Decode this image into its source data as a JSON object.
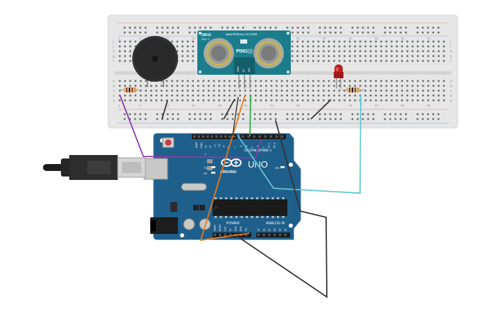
{
  "sensor": {
    "model": "28015",
    "rev": "REV C",
    "brand": "www.PARALLAX.COM",
    "name": "PING",
    "pin_gnd": "GND",
    "pin_5v": "5V",
    "pin_sig": "SIG"
  },
  "arduino": {
    "logo": "ARDUINO",
    "model": "UNO",
    "digital_label": "DIGITAL (PWM~)",
    "power_label": "POWER",
    "analog_label": "ANALOG IN",
    "on_label": "ON",
    "tx_label": "TX",
    "rx_label": "RX",
    "l_label": "L",
    "aref_label": "AREF",
    "gnd_label": "GND",
    "power_pins": [
      "IOREF",
      "RESET",
      "3.3V",
      "5V",
      "GND",
      "GND",
      "Vin"
    ],
    "analog_pins": [
      "A0",
      "A1",
      "A2",
      "A3",
      "A4",
      "A5"
    ],
    "digital_pins": [
      "13",
      "12",
      "~11",
      "~10",
      "~9",
      "8",
      "7",
      "~6",
      "~5",
      "4",
      "~3",
      "2",
      "TX 1",
      "RX 0"
    ]
  },
  "breadboard": {
    "row_letters_top": [
      "j",
      "i",
      "h",
      "g",
      "f"
    ],
    "row_letters_bottom": [
      "e",
      "d",
      "c",
      "b",
      "a"
    ],
    "col_numbers": [
      "1",
      "5",
      "10",
      "15",
      "20",
      "25",
      "30",
      "35",
      "40",
      "45",
      "50",
      "55",
      "60"
    ]
  },
  "colors": {
    "board": "#1f5f8b",
    "breadboard": "#e6e6e6",
    "wire_purple": "#8e3aa8",
    "wire_orange": "#e87a1a",
    "wire_green": "#2ea84a",
    "wire_teal": "#5ec8d0",
    "wire_black": "#333333",
    "led_red": "#c21f1f"
  }
}
